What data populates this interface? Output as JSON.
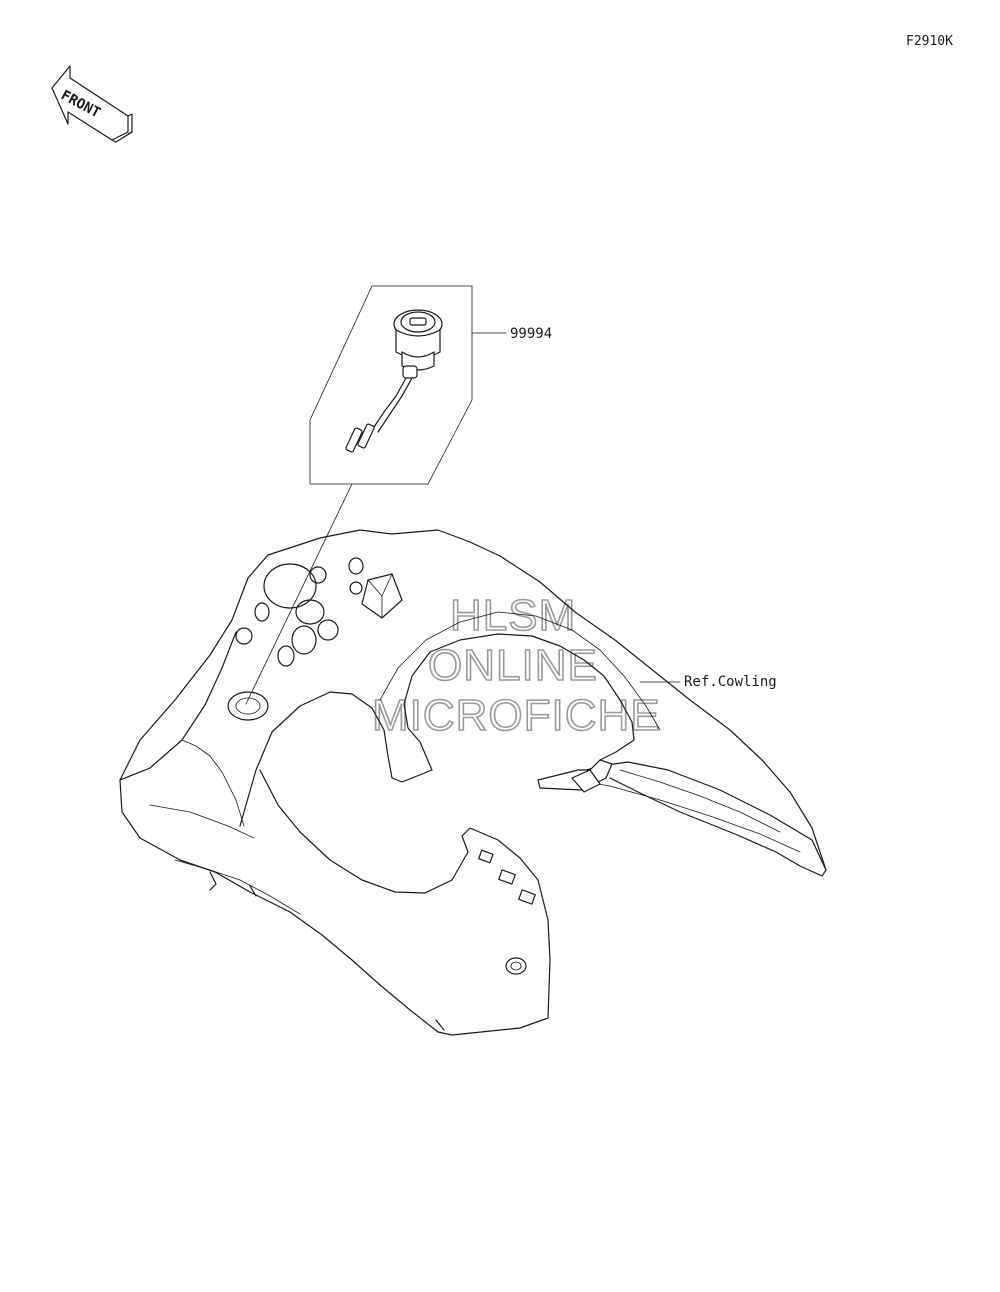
{
  "diagram": {
    "figure_code": "F2910K",
    "front_label": "FRONT",
    "parts": [
      {
        "number": "99994"
      }
    ],
    "references": [
      {
        "label": "Ref.Cowling"
      }
    ],
    "watermark": {
      "line1": "HLSM",
      "line2": "ONLINE",
      "line3": "MICROFICHE"
    }
  }
}
